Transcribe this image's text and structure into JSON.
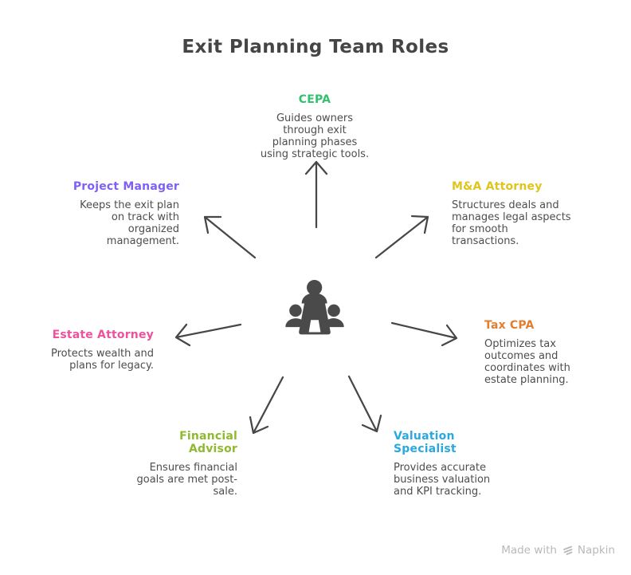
{
  "title": "Exit Planning Team Roles",
  "colors": {
    "background": "#ffffff",
    "title_text": "#454545",
    "body_text": "#4d4d4d",
    "arrow": "#474747",
    "center_icon": "#4a4a4a",
    "watermark": "#b9b9b9"
  },
  "center": {
    "icon": "team-meeting-icon"
  },
  "roles": {
    "cepa": {
      "label": "CEPA",
      "color": "#35c06f",
      "description": "Guides owners\nthrough exit\nplanning phases\nusing strategic tools."
    },
    "project_manager": {
      "label": "Project Manager",
      "color": "#7f60f4",
      "description": "Keeps the exit plan\non track with\norganized\nmanagement."
    },
    "ma_attorney": {
      "label": "M&A Attorney",
      "color": "#dfc51e",
      "description": "Structures deals and\nmanages legal aspects\nfor smooth\ntransactions."
    },
    "estate_attorney": {
      "label": "Estate Attorney",
      "color": "#ee519d",
      "description": "Protects wealth and\nplans for legacy."
    },
    "tax_cpa": {
      "label": "Tax CPA",
      "color": "#df7f2f",
      "description": "Optimizes tax\noutcomes and\ncoordinates with\nestate planning."
    },
    "financial_advisor": {
      "label": "Financial\nAdvisor",
      "color": "#8fba30",
      "description": "Ensures financial\ngoals are met post-\nsale."
    },
    "valuation_specialist": {
      "label": "Valuation\nSpecialist",
      "color": "#2aa9e0",
      "description": "Provides accurate\nbusiness valuation\nand KPI tracking."
    }
  },
  "watermark": {
    "prefix": "Made with",
    "brand": "Napkin"
  }
}
